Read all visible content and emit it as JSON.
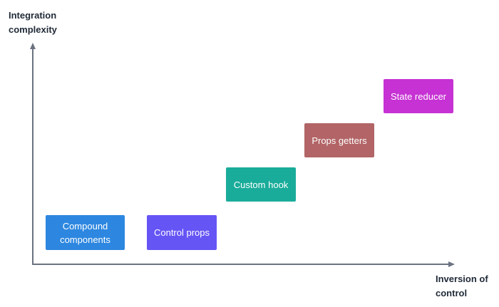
{
  "axes": {
    "y_label": "Integration\ncomplexity",
    "x_label": "Inversion of\ncontrol",
    "color": "#6b7280"
  },
  "boxes": [
    {
      "id": "compound",
      "label": "Compound\ncomponents",
      "color": "#2d87e0"
    },
    {
      "id": "control",
      "label": "Control props",
      "color": "#6655f5"
    },
    {
      "id": "hook",
      "label": "Custom hook",
      "color": "#1aac9a"
    },
    {
      "id": "getters",
      "label": "Props getters",
      "color": "#b26466"
    },
    {
      "id": "reducer",
      "label": "State reducer",
      "color": "#c632d3"
    }
  ]
}
